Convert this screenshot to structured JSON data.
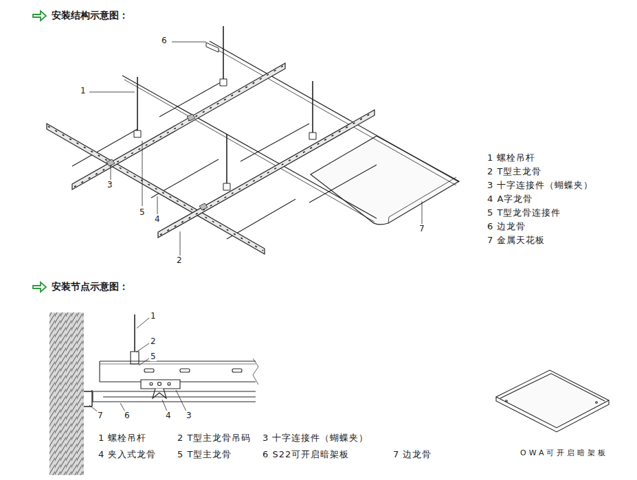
{
  "diagram": {
    "labels": [
      "安装结构示意图：",
      "6",
      "1",
      "3",
      "5",
      "4",
      "2",
      "7",
      "1 螺栓吊杆",
      "2 T型主龙骨",
      "3 十字连接件（蝴蝶夹）",
      "4 A字龙骨",
      "5 T型龙骨连接件",
      "6 边龙骨",
      "7 金属天花板",
      "安装节点示意图：",
      "1",
      "2",
      "5",
      "7",
      "6",
      "4",
      "3",
      "1 螺栓吊杆",
      "2 T型主龙骨吊码",
      "3 十字连接件（蝴蝶夹）",
      "4 夹入式龙骨",
      "5 T型主龙骨",
      "6 S22可开启暗架板",
      "7 边龙骨",
      "OWA可开启暗架板"
    ]
  }
}
